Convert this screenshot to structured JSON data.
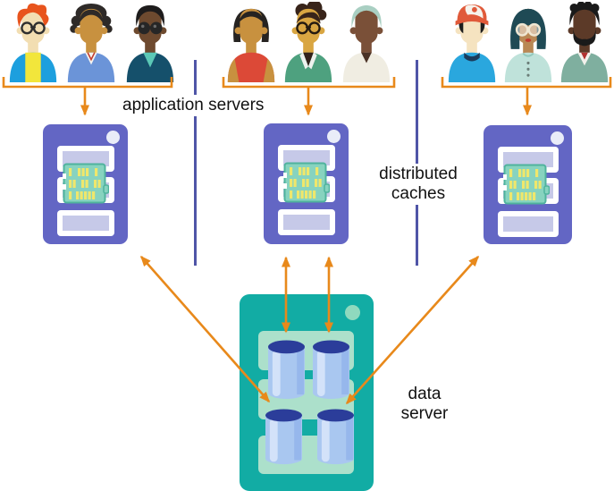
{
  "title": "distributed caching architecture diagram",
  "labels": {
    "application_servers": "application servers",
    "distributed_caches_line1": "distributed",
    "distributed_caches_line2": "caches",
    "data_server_line1": "data",
    "data_server_line2": "server"
  },
  "colors": {
    "arrow": "#E8891B",
    "divider": "#4F55A7",
    "server_body": "#6366C4",
    "server_slot": "#FFFFFF",
    "server_slot_inner": "#C6C9E8",
    "server_light": "#E9ECF8",
    "chip_body": "#87D3BF",
    "chip_border": "#4FB39D",
    "chip_pin": "#EFE76C",
    "data_server_body": "#12ACA4",
    "data_server_slot": "#ACE0CB",
    "data_server_light": "#8FD9BE",
    "cylinder_body": "#A9C7F0",
    "cylinder_highlight": "#D3E2F9",
    "cylinder_shade": "#96B7EC",
    "cylinder_top": "#2B3D9A",
    "label_text": "#111111"
  },
  "groups": [
    {
      "name": "user-group-left",
      "people": [
        {
          "name": "user-orange-hair-glasses",
          "style": "flame",
          "skin": "#F2DEB2",
          "hair": "#E8541D",
          "jacket": "#1D9FDE",
          "shirt": "#F2E63B",
          "glasses": "#2F2F2F"
        },
        {
          "name": "user-curly-updo-blue-jacket",
          "style": "updo",
          "skin": "#C8913F",
          "hair": "#2E2A28",
          "jacket": "#6B94D8",
          "shirt": "#F4F4F0",
          "accent": "#C23B2E"
        },
        {
          "name": "user-dark-glasses-teal-jacket",
          "style": "afro",
          "skin": "#6E4A2F",
          "hair": "#1E1C1C",
          "jacket": "#15506B",
          "shirt": "#5BC8B6",
          "glasses": "#262626"
        }
      ]
    },
    {
      "name": "user-group-middle",
      "people": [
        {
          "name": "user-red-top-bob",
          "style": "bob",
          "skin": "#C8913F",
          "hair": "#262321",
          "shirt": "#DC4937"
        },
        {
          "name": "user-bun-glasses-green-jacket",
          "style": "bun",
          "skin": "#D9A642",
          "hair": "#38241A",
          "jacket": "#4EA17F",
          "shirt": "#32221B",
          "accent": "#EDF2EE",
          "glasses": "#241A10"
        },
        {
          "name": "user-grey-hair-ivory-shirt",
          "style": "grey",
          "skin": "#7A5038",
          "hair": "#A9CFC2",
          "shirt": "#F0EDE2",
          "accent": "#4A3226"
        }
      ]
    },
    {
      "name": "user-group-right",
      "people": [
        {
          "name": "user-baseball-cap-blue-shirt",
          "style": "cap",
          "skin": "#F5E3C0",
          "hair": "#1E1E1E",
          "shirt": "#2AA7DE",
          "accent": "#1B3C5C",
          "cap": "#E05A3A",
          "cap2": "#F6F3EC"
        },
        {
          "name": "user-teal-bob-white-glasses",
          "style": "bobbangs",
          "skin": "#B98855",
          "hair": "#1F4A55",
          "shirt": "#BFE2DA",
          "accent": "#93C9BD",
          "glasses": "#EFE6D2",
          "lips": "#C23B2E"
        },
        {
          "name": "user-beard-sage-jacket",
          "style": "beard",
          "skin": "#5C3A28",
          "hair": "#1A1A1A",
          "jacket": "#7FAF9F",
          "shirt": "#F2F1EC",
          "accent": "#B23230"
        }
      ]
    }
  ],
  "app_servers": [
    {
      "name": "app-server-cache-1"
    },
    {
      "name": "app-server-cache-2"
    },
    {
      "name": "app-server-cache-3"
    }
  ],
  "data_server": {
    "name": "data-server",
    "cylinder_count": 4
  },
  "connections": [
    {
      "from": "user-group-left",
      "to": "app-server-cache-1",
      "type": "one-way-down"
    },
    {
      "from": "user-group-middle",
      "to": "app-server-cache-2",
      "type": "one-way-down"
    },
    {
      "from": "user-group-right",
      "to": "app-server-cache-3",
      "type": "one-way-down"
    },
    {
      "from": "app-server-cache-1",
      "to": "data-server",
      "type": "two-way"
    },
    {
      "from": "app-server-cache-2",
      "to": "data-server",
      "type": "two-way-double"
    },
    {
      "from": "app-server-cache-3",
      "to": "data-server",
      "type": "two-way"
    }
  ]
}
